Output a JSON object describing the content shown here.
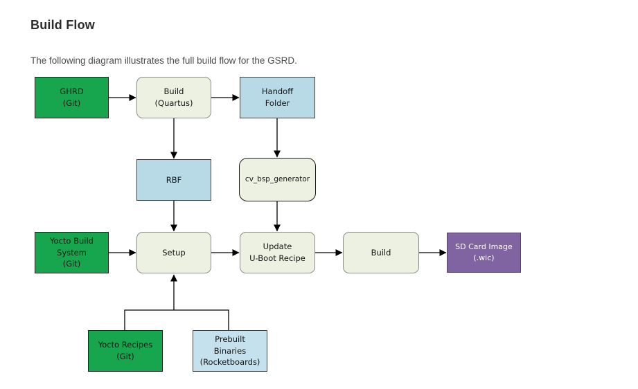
{
  "page": {
    "title": "Build Flow",
    "description": "The following diagram illustrates the full build flow for the GSRD."
  },
  "diagram": {
    "nodes": {
      "ghrd_git": {
        "label": "GHRD\n(Git)",
        "kind": "source-green"
      },
      "build_quartus": {
        "label": "Build\n(Quartus)",
        "kind": "process-cream"
      },
      "handoff_folder": {
        "label": "Handoff\nFolder",
        "kind": "artifact-blue"
      },
      "rbf": {
        "label": "RBF",
        "kind": "artifact-blue"
      },
      "cv_bsp_generator": {
        "label": "cv_bsp_generator",
        "kind": "process-cream"
      },
      "yocto_build_system": {
        "label": "Yocto Build\nSystem\n(Git)",
        "kind": "source-green"
      },
      "setup": {
        "label": "Setup",
        "kind": "process-cream"
      },
      "update_uboot_recipe": {
        "label": "Update\nU-Boot Recipe",
        "kind": "process-cream"
      },
      "build": {
        "label": "Build",
        "kind": "process-cream"
      },
      "sd_card_image": {
        "label": "SD Card Image\n(.wic)",
        "kind": "output-purple"
      },
      "yocto_recipes": {
        "label": "Yocto Recipes\n(Git)",
        "kind": "source-green"
      },
      "prebuilt_binaries": {
        "label": "Prebuilt\nBinaries\n(Rocketboards)",
        "kind": "artifact-blue"
      }
    },
    "edges": [
      {
        "from": "ghrd_git",
        "to": "build_quartus"
      },
      {
        "from": "build_quartus",
        "to": "handoff_folder"
      },
      {
        "from": "build_quartus",
        "to": "rbf"
      },
      {
        "from": "handoff_folder",
        "to": "cv_bsp_generator"
      },
      {
        "from": "rbf",
        "to": "setup"
      },
      {
        "from": "cv_bsp_generator",
        "to": "update_uboot_recipe"
      },
      {
        "from": "yocto_build_system",
        "to": "setup"
      },
      {
        "from": "setup",
        "to": "update_uboot_recipe"
      },
      {
        "from": "update_uboot_recipe",
        "to": "build"
      },
      {
        "from": "build",
        "to": "sd_card_image"
      },
      {
        "from": "yocto_recipes",
        "to": "setup"
      },
      {
        "from": "prebuilt_binaries",
        "to": "setup"
      }
    ],
    "colors": {
      "green_fill": "#17a64e",
      "cream_fill": "#ecf1e2",
      "blue_fill": "#b7dae6",
      "light_blue_fill": "#c6e1ee",
      "purple_fill": "#8064a2",
      "arrow_color": "#000000"
    }
  }
}
